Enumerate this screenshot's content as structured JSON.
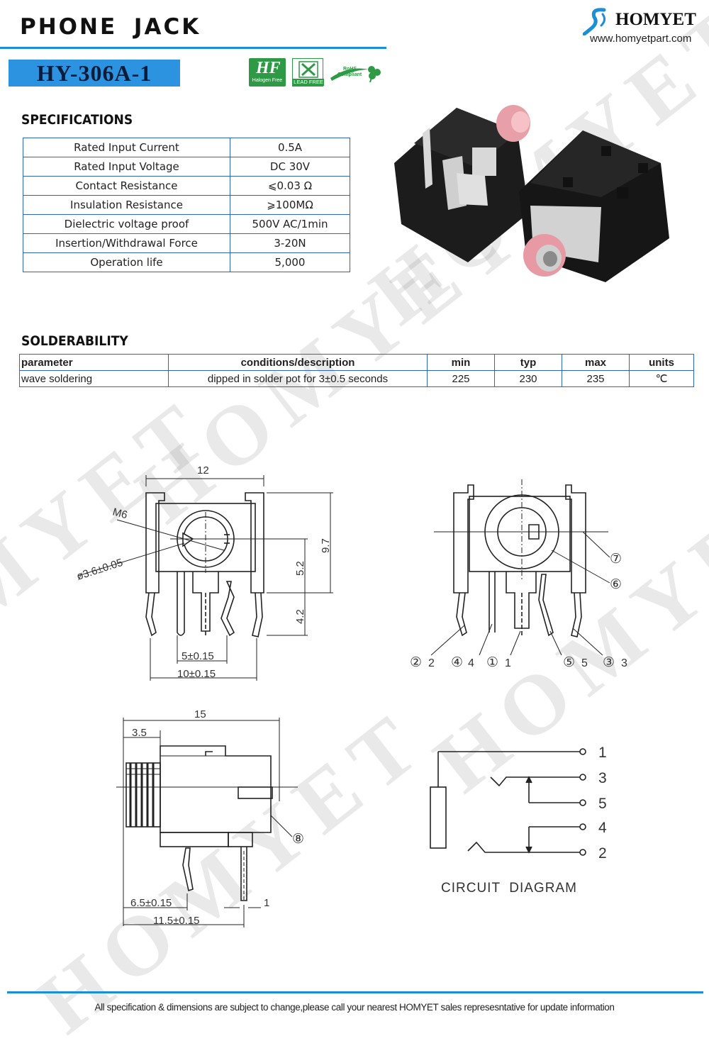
{
  "header": {
    "title": "PHONE JACK",
    "model": "HY-306A-1",
    "brand_name": "HOMYET",
    "brand_url": "www.homyetpart.com",
    "badges": {
      "halogen": "Halogen Free",
      "lead": "LEAD FREE",
      "rohs_top": "RoHS",
      "rohs_bottom": "Compliant"
    }
  },
  "watermark": "HOMYET",
  "specifications": {
    "heading": "SPECIFICATIONS",
    "rows": [
      {
        "name": "Rated Input Current",
        "value": "0.5A"
      },
      {
        "name": "Rated Input Voltage",
        "value": "DC  30V"
      },
      {
        "name": "Contact Resistance",
        "value": "⩽0.03 Ω"
      },
      {
        "name": "Insulation Resistance",
        "value": "⩾100MΩ"
      },
      {
        "name": "Dielectric voltage proof",
        "value": "500V AC/1min"
      },
      {
        "name": "Insertion/Withdrawal Force",
        "value": "3-20N"
      },
      {
        "name": "Operation life",
        "value": "5,000"
      }
    ]
  },
  "solderability": {
    "heading": "SOLDERABILITY",
    "headers": [
      "parameter",
      "conditions/description",
      "min",
      "typ",
      "max",
      "units"
    ],
    "rows": [
      [
        "wave soldering",
        "dipped in solder pot for 3±0.5 seconds",
        "225",
        "230",
        "235",
        "℃"
      ]
    ]
  },
  "drawings": {
    "front": {
      "width": "12",
      "thread": "M6",
      "hole": "ø3.6±0.05",
      "height_total": "9.7",
      "height_center": "5.2",
      "pin_length": "4.2",
      "pin_pitch": "5±0.15",
      "pin_span": "10±0.15"
    },
    "pins": {
      "callout_7": "⑦",
      "callout_6": "⑥",
      "labels": [
        {
          "circ": "②",
          "num": "2"
        },
        {
          "circ": "④",
          "num": "4"
        },
        {
          "circ": "①",
          "num": "1"
        },
        {
          "circ": "⑤",
          "num": "5"
        },
        {
          "circ": "③",
          "num": "3"
        }
      ]
    },
    "side": {
      "length": "15",
      "thread_length": "3.5",
      "callout_8": "⑧",
      "pin_offset": "6.5±0.15",
      "pin_thickness": "1",
      "total_offset": "11.5±0.15"
    },
    "circuit": {
      "title": "CIRCUIT  DIAGRAM",
      "terminals": [
        "1",
        "3",
        "5",
        "4",
        "2"
      ]
    }
  },
  "colors": {
    "accent": "#1a8fd8",
    "table_border": "#2e63c8",
    "model_bg": "#2b93df"
  },
  "footer": "All specification & dimensions are subject to change,please call your nearest HOMYET sales represesntative for update information"
}
